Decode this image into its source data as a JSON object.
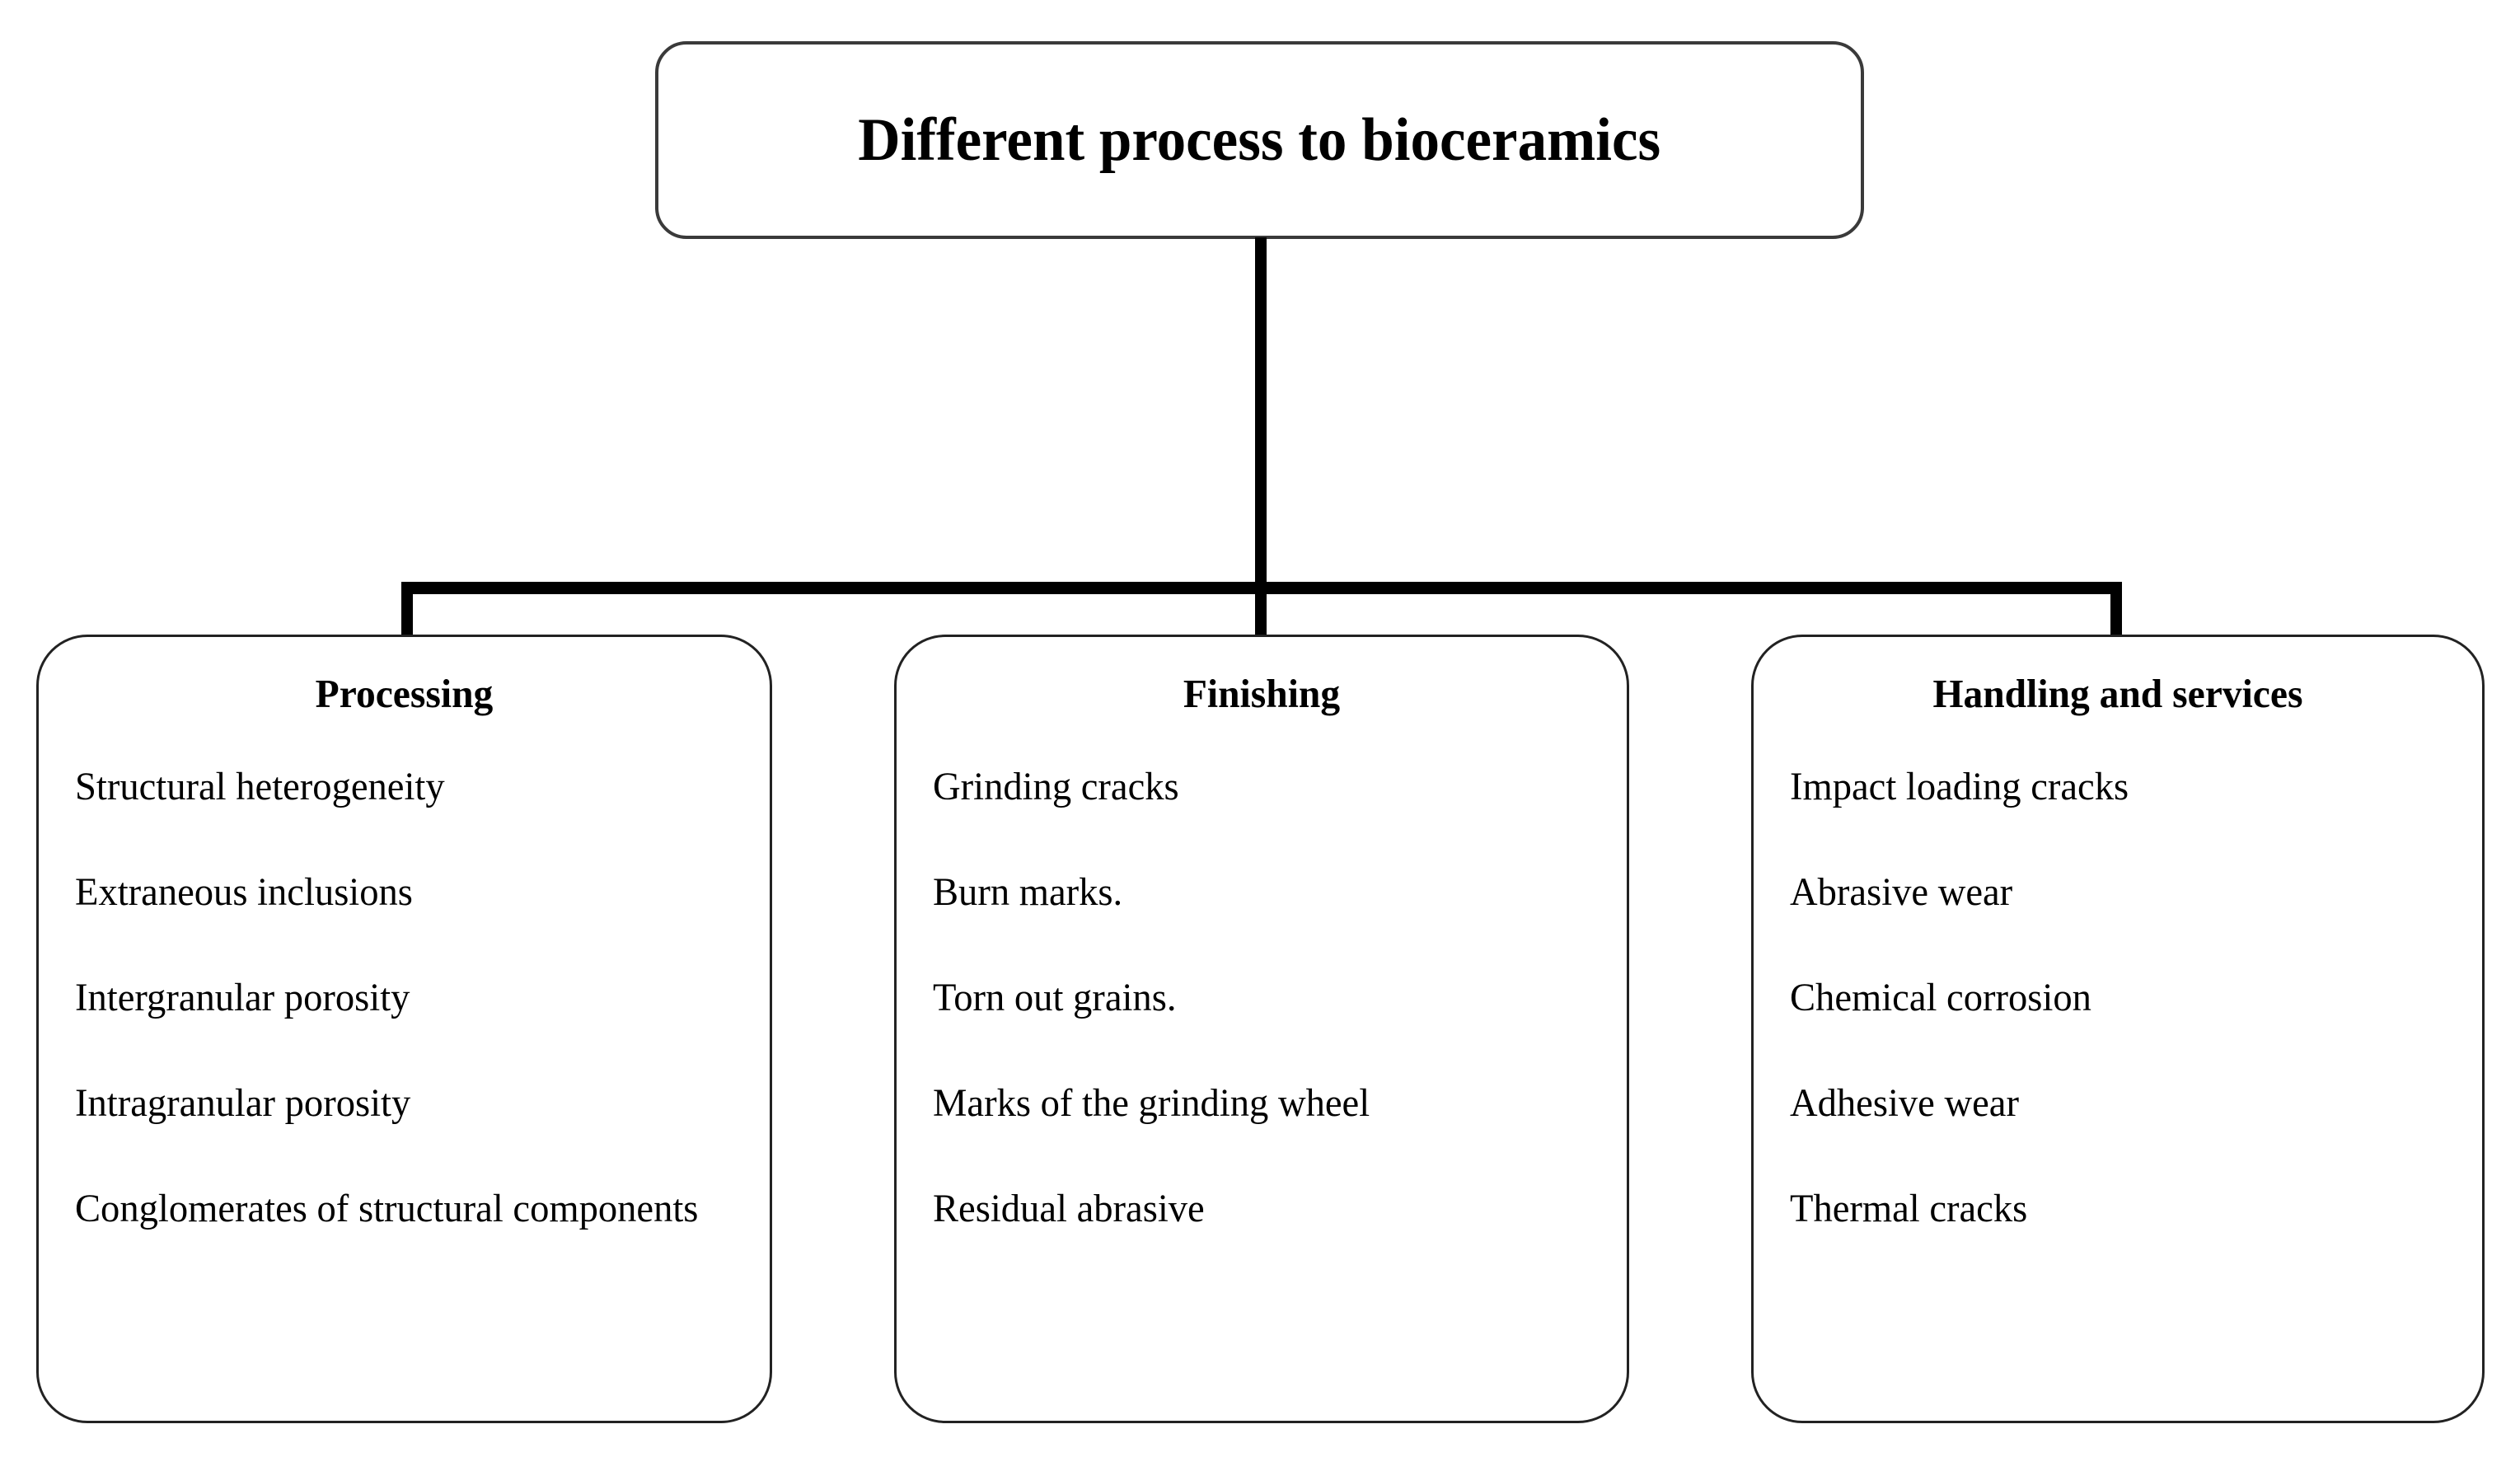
{
  "diagram": {
    "title": "Different process to bioceramics",
    "categories": [
      {
        "id": "processing",
        "header": "Processing",
        "items": [
          "Structural heterogeneity",
          "Extraneous inclusions",
          "Intergranular porosity",
          "Intragranular porosity",
          "Conglomerates of structural components"
        ]
      },
      {
        "id": "finishing",
        "header": "Finishing",
        "items": [
          "Grinding cracks",
          "Burn marks.",
          "Torn out grains.",
          "Marks of the grinding wheel",
          "Residual abrasive"
        ]
      },
      {
        "id": "handling-and-services",
        "header": "Handling and services",
        "items": [
          "Impact loading cracks",
          "Abrasive wear",
          "Chemical corrosion",
          "Adhesive wear",
          "Thermal cracks"
        ]
      }
    ],
    "colors": {
      "background": "#ffffff",
      "text": "#000000",
      "box_border": "#222222",
      "title_border": "#3a3a3a",
      "connector": "#000000"
    }
  }
}
